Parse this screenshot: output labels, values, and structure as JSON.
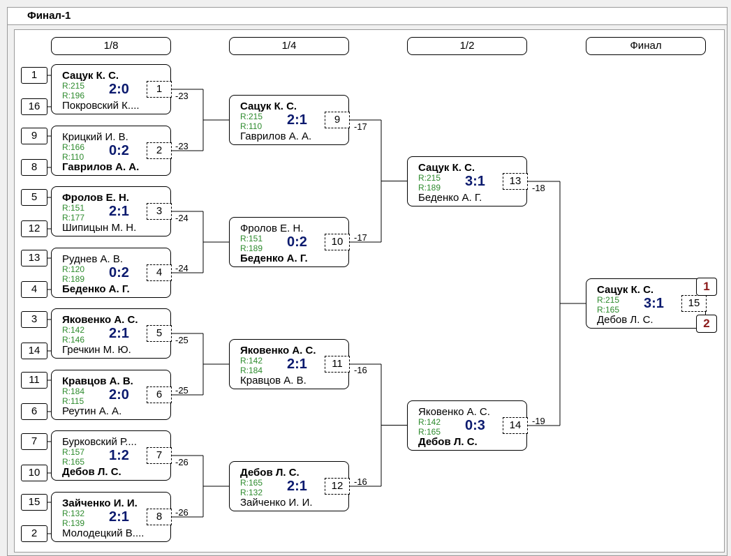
{
  "window": {
    "title": "Финал-1"
  },
  "rounds": [
    "1/8",
    "1/4",
    "1/2",
    "Финал"
  ],
  "seeds": [
    "1",
    "16",
    "9",
    "8",
    "5",
    "12",
    "13",
    "4",
    "3",
    "14",
    "11",
    "6",
    "7",
    "10",
    "15",
    "2"
  ],
  "matches": [
    {
      "num": "1",
      "p1": "Сацук К. С.",
      "p1_rating": "R:215",
      "p2": "Покровский К....",
      "p2_rating": "R:196",
      "score": "2:0",
      "winner": 1,
      "points": "-23"
    },
    {
      "num": "2",
      "p1": "Крицкий И. В.",
      "p1_rating": "R:166",
      "p2": "Гаврилов А. А.",
      "p2_rating": "R:110",
      "score": "0:2",
      "winner": 2,
      "points": "-23"
    },
    {
      "num": "3",
      "p1": "Фролов Е. Н.",
      "p1_rating": "R:151",
      "p2": "Шипицын М. Н.",
      "p2_rating": "R:177",
      "score": "2:1",
      "winner": 1,
      "points": "-24"
    },
    {
      "num": "4",
      "p1": "Руднев А. В.",
      "p1_rating": "R:120",
      "p2": "Беденко А. Г.",
      "p2_rating": "R:189",
      "score": "0:2",
      "winner": 2,
      "points": "-24"
    },
    {
      "num": "5",
      "p1": "Яковенко А. С.",
      "p1_rating": "R:142",
      "p2": "Гречкин М. Ю.",
      "p2_rating": "R:146",
      "score": "2:1",
      "winner": 1,
      "points": "-25"
    },
    {
      "num": "6",
      "p1": "Кравцов А. В.",
      "p1_rating": "R:184",
      "p2": "Реутин А. А.",
      "p2_rating": "R:115",
      "score": "2:0",
      "winner": 1,
      "points": "-25"
    },
    {
      "num": "7",
      "p1": "Бурковский Р....",
      "p1_rating": "R:157",
      "p2": "Дебов Л. С.",
      "p2_rating": "R:165",
      "score": "1:2",
      "winner": 2,
      "points": "-26"
    },
    {
      "num": "8",
      "p1": "Зайченко И. И.",
      "p1_rating": "R:132",
      "p2": "Молодецкий В....",
      "p2_rating": "R:139",
      "score": "2:1",
      "winner": 1,
      "points": "-26"
    },
    {
      "num": "9",
      "p1": "Сацук К. С.",
      "p1_rating": "R:215",
      "p2": "Гаврилов А. А.",
      "p2_rating": "R:110",
      "score": "2:1",
      "winner": 1,
      "points": "-17"
    },
    {
      "num": "10",
      "p1": "Фролов Е. Н.",
      "p1_rating": "R:151",
      "p2": "Беденко А. Г.",
      "p2_rating": "R:189",
      "score": "0:2",
      "winner": 2,
      "points": "-17"
    },
    {
      "num": "11",
      "p1": "Яковенко А. С.",
      "p1_rating": "R:142",
      "p2": "Кравцов А. В.",
      "p2_rating": "R:184",
      "score": "2:1",
      "winner": 1,
      "points": "-16"
    },
    {
      "num": "12",
      "p1": "Дебов Л. С.",
      "p1_rating": "R:165",
      "p2": "Зайченко И. И.",
      "p2_rating": "R:132",
      "score": "2:1",
      "winner": 1,
      "points": "-16"
    },
    {
      "num": "13",
      "p1": "Сацук К. С.",
      "p1_rating": "R:215",
      "p2": "Беденко А. Г.",
      "p2_rating": "R:189",
      "score": "3:1",
      "winner": 1,
      "points": "-18"
    },
    {
      "num": "14",
      "p1": "Яковенко А. С.",
      "p1_rating": "R:142",
      "p2": "Дебов Л. С.",
      "p2_rating": "R:165",
      "score": "0:3",
      "winner": 2,
      "points": "-19"
    },
    {
      "num": "15",
      "p1": "Сацук К. С.",
      "p1_rating": "R:215",
      "p2": "Дебов Л. С.",
      "p2_rating": "R:165",
      "score": "3:1",
      "winner": 1,
      "points": ""
    }
  ],
  "places": [
    "1",
    "2"
  ],
  "colors": {
    "score": "#0b1a6e",
    "rating": "#2e8b2e",
    "place": "#8b1a1a"
  }
}
